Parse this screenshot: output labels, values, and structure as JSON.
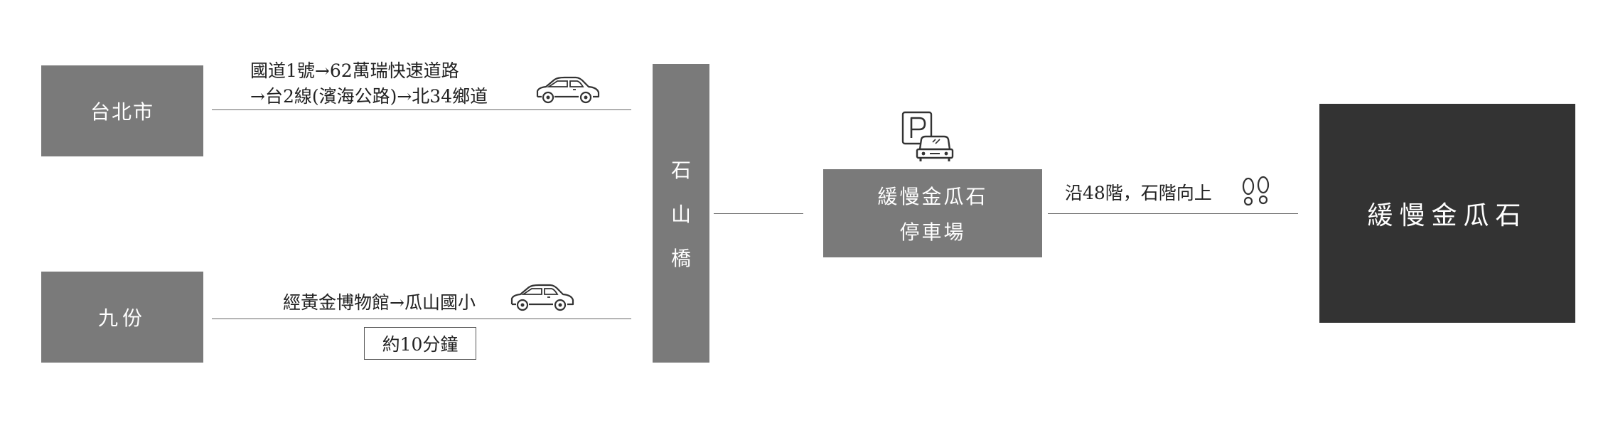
{
  "nodes": {
    "taipei": "台北市",
    "jiufen": "九份",
    "bridge": [
      "石",
      "山",
      "橋"
    ],
    "parking_line1": "緩慢金瓜石",
    "parking_line2": "停車場",
    "destination": "緩慢金瓜石"
  },
  "routes": {
    "taipei_line1": "國道1號→62萬瑞快速道路",
    "taipei_line2": "→台2線(濱海公路)→北34鄉道",
    "jiufen_line": "經黃金博物館→瓜山國小",
    "jiufen_time": "約10分鐘",
    "walk_line": "沿48階，石階向上"
  },
  "colors": {
    "node_gray": "#7a7a7a",
    "destination_dark": "#333333",
    "line": "#666666"
  },
  "icons": [
    "car-icon",
    "parking-icon",
    "footprints-icon"
  ]
}
